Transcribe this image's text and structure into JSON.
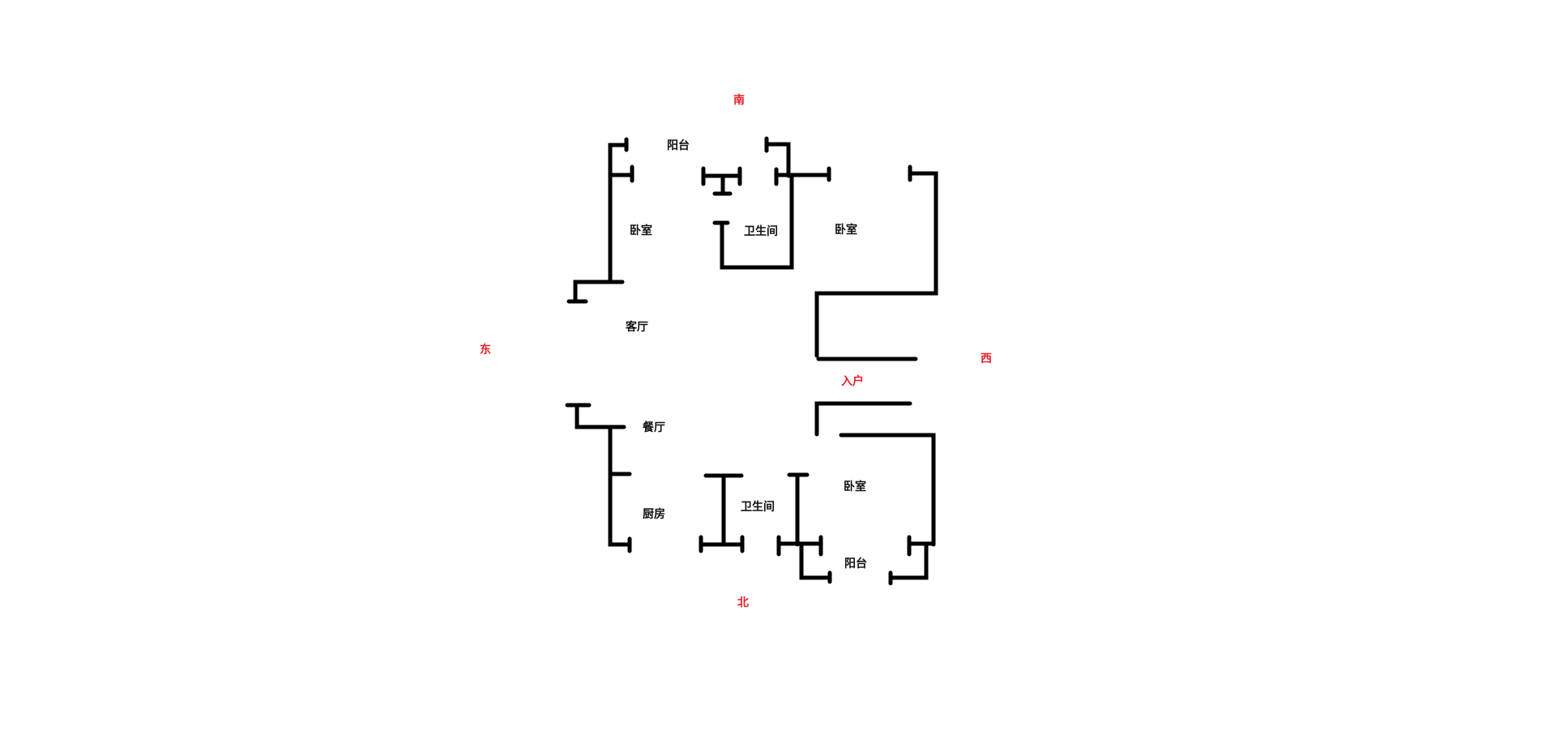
{
  "directions": {
    "south": "南",
    "north": "北",
    "east": "东",
    "west": "西",
    "entrance": "入户"
  },
  "rooms": {
    "balcony_south": "阳台",
    "bedroom_sw": "卧室",
    "bathroom_top": "卫生间",
    "bedroom_se": "卧室",
    "living_room": "客厅",
    "dining_room": "餐厅",
    "kitchen": "厨房",
    "bathroom_bottom": "卫生间",
    "bedroom_ne": "卧室",
    "balcony_north": "阳台"
  },
  "colors": {
    "wall": "#000000",
    "direction_text": "#e8202a"
  }
}
